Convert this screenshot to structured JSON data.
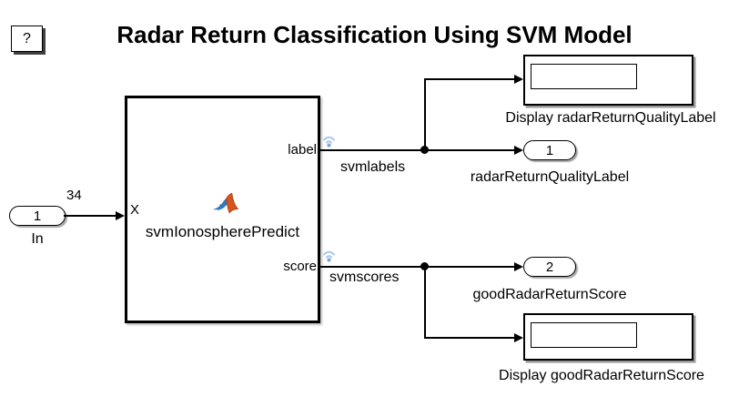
{
  "title": "Radar Return Classification Using SVM Model",
  "help_button": "?",
  "inport": {
    "number": "1",
    "name": "In",
    "signal_value": "34"
  },
  "predict_block": {
    "name": "svmIonospherePredict",
    "input_port": "X",
    "output_port_top": "label",
    "output_port_bottom": "score"
  },
  "signals": {
    "top": "svmlabels",
    "bottom": "svmscores"
  },
  "outports": [
    {
      "number": "1",
      "name": "radarReturnQualityLabel"
    },
    {
      "number": "2",
      "name": "goodRadarReturnScore"
    }
  ],
  "displays": [
    {
      "name": "Display radarReturnQualityLabel",
      "value": ""
    },
    {
      "name": "Display goodRadarReturnScore",
      "value": ""
    }
  ],
  "colors": {
    "line": "#000000",
    "wifi_arc": "#a9c7e8",
    "wifi_dot": "#79a7d9",
    "logo_orange": "#d6551d",
    "logo_orange_dark": "#a33c10",
    "logo_blue": "#2f7abf",
    "logo_navy": "#1d3e61"
  }
}
